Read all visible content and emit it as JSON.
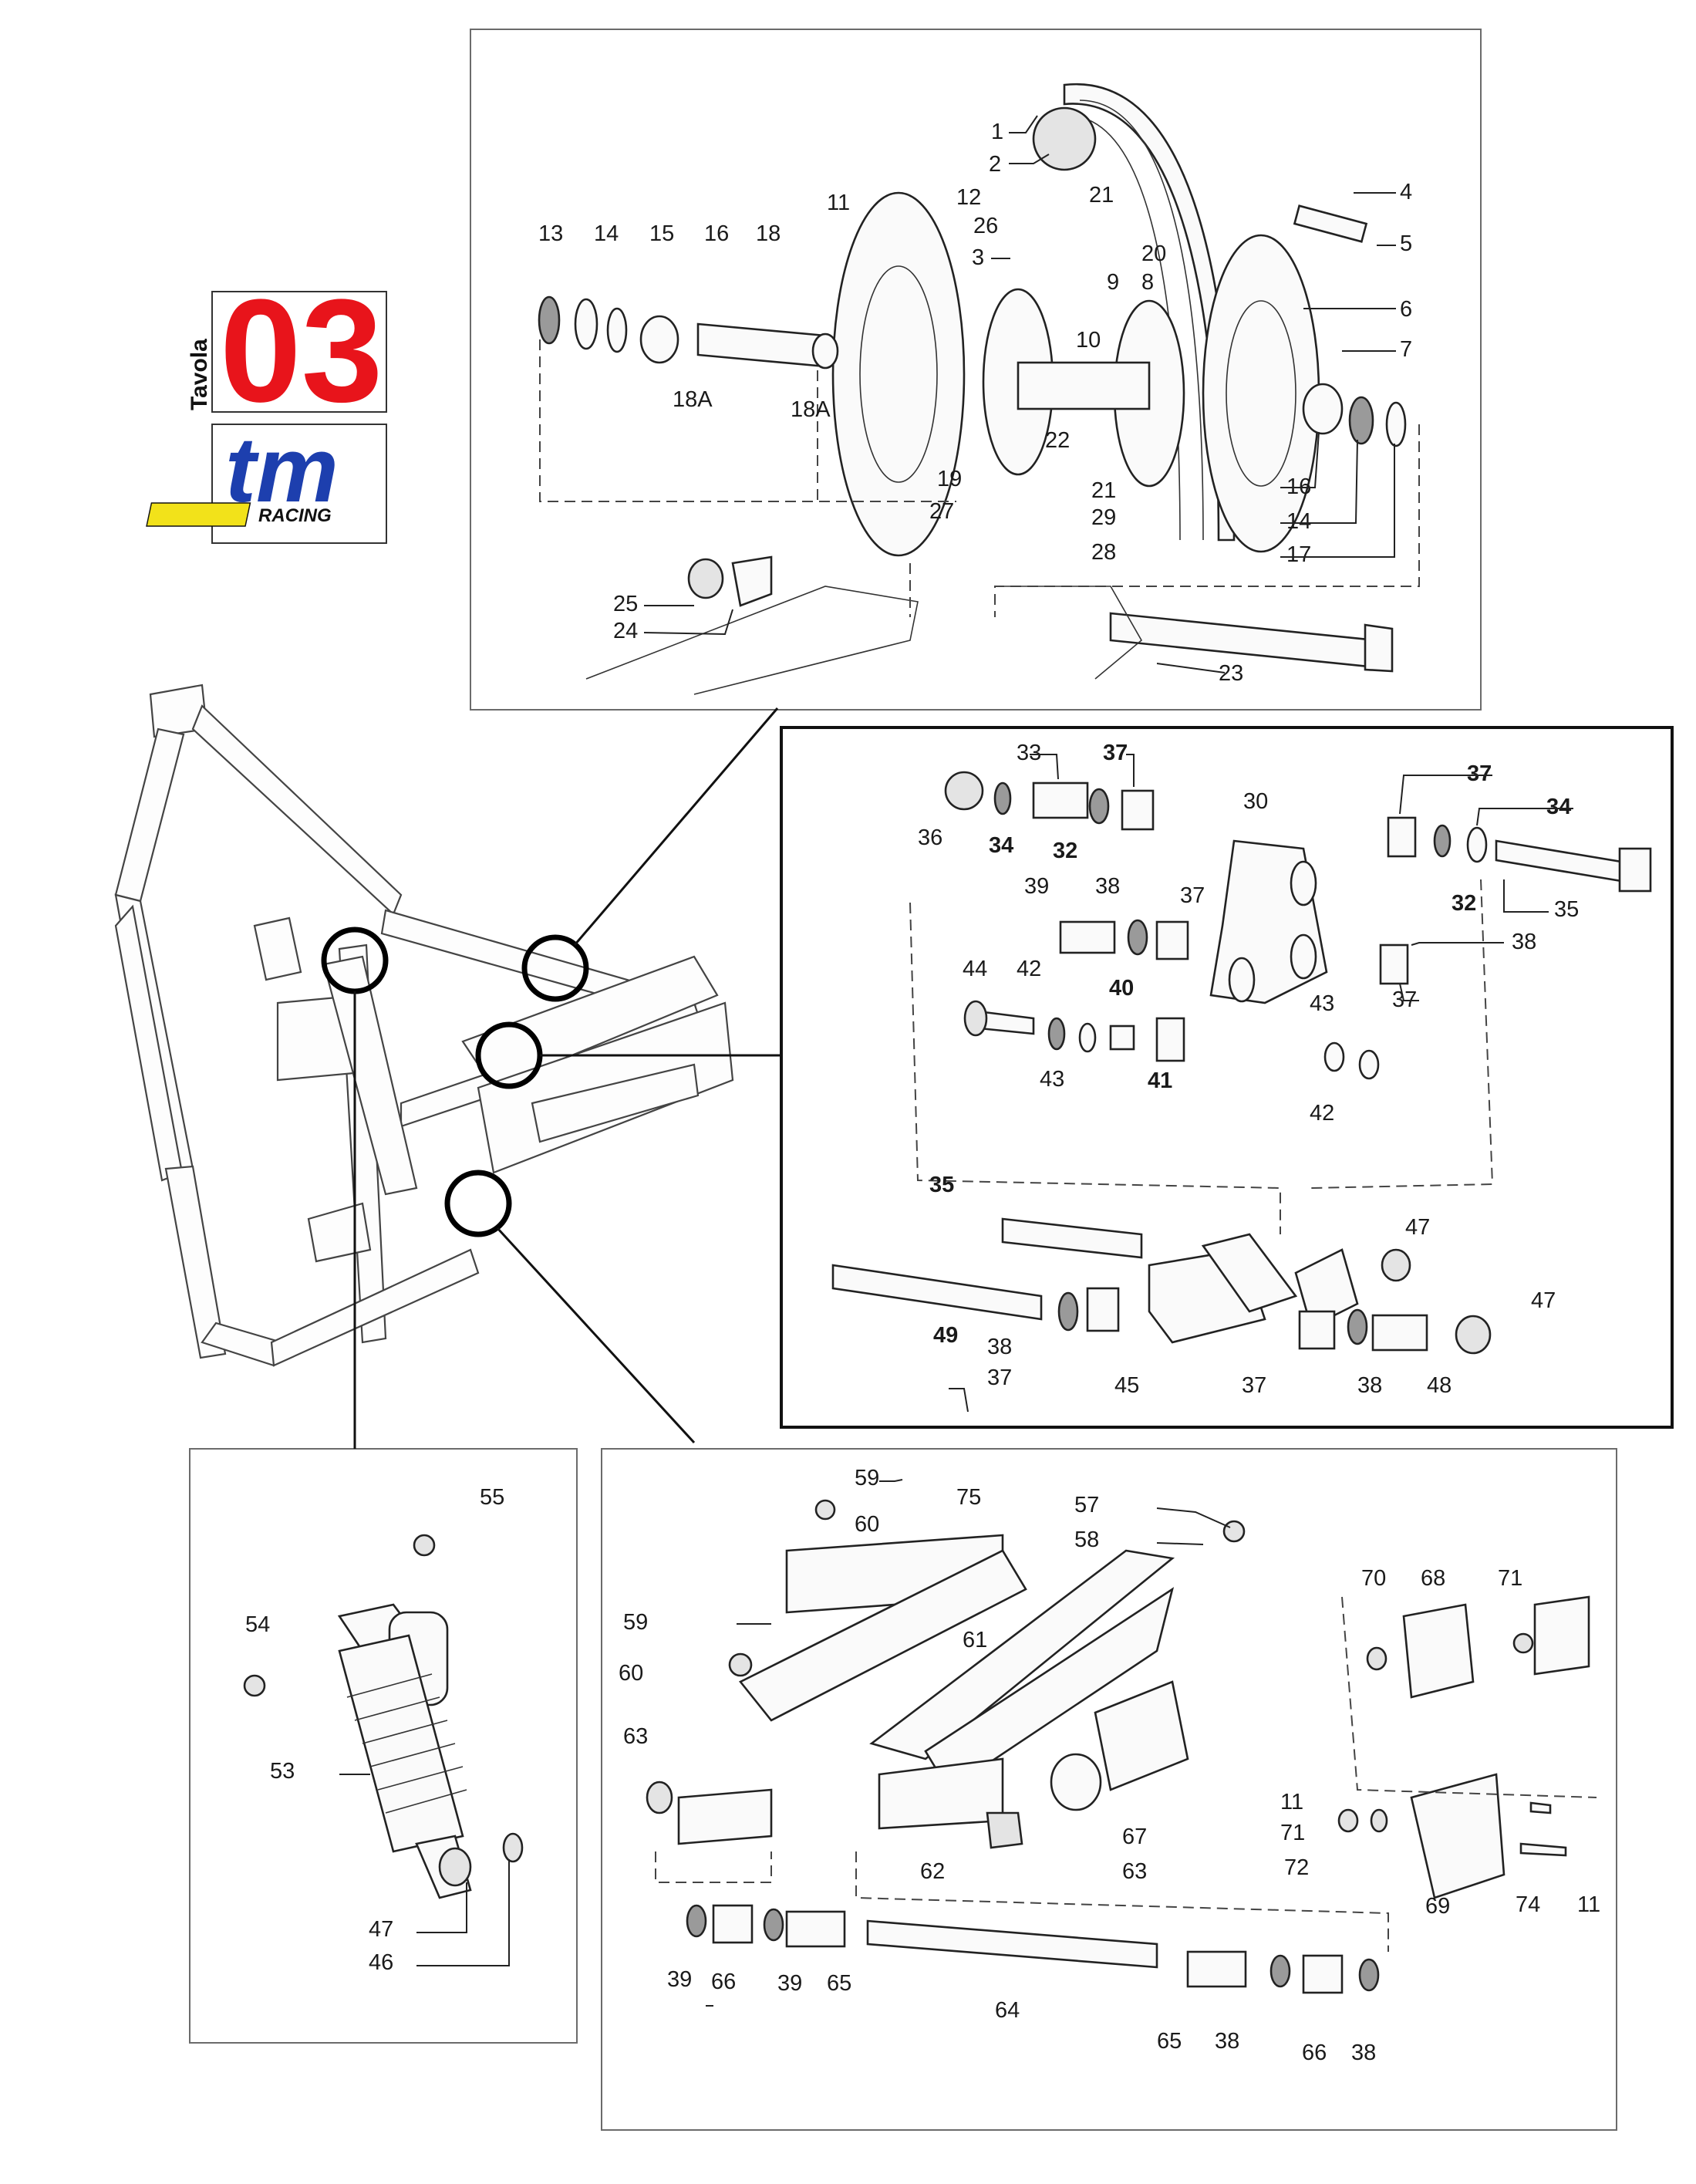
{
  "badge": {
    "label": "Tavola",
    "number": "03"
  },
  "logo": {
    "brand": "tm",
    "sub": "RACING",
    "colors": {
      "brand": "#1d3fae",
      "sub_bg": "#f2e21a"
    }
  },
  "accent_color": "#e8141b",
  "panels": {
    "wheel": {
      "callouts": [
        "1",
        "2",
        "3",
        "4",
        "5",
        "6",
        "7",
        "8",
        "9",
        "10",
        "11",
        "12",
        "13",
        "14",
        "15",
        "16",
        "18",
        "18A",
        "18A",
        "19",
        "20",
        "21",
        "21",
        "22",
        "23",
        "24",
        "25",
        "26",
        "27",
        "28",
        "29",
        "16",
        "14",
        "17"
      ]
    },
    "linkage": {
      "callouts": [
        "33",
        "37",
        "36",
        "34",
        "32",
        "30",
        "37",
        "34",
        "32",
        "35",
        "39",
        "38",
        "37",
        "38",
        "37",
        "44",
        "42",
        "40",
        "41",
        "43",
        "43",
        "42",
        "35",
        "47",
        "49",
        "38",
        "37",
        "45",
        "37",
        "38",
        "48",
        "47"
      ]
    },
    "shock": {
      "callouts": [
        "55",
        "54",
        "53",
        "47",
        "46"
      ]
    },
    "swingarm": {
      "callouts": [
        "59",
        "60",
        "75",
        "57",
        "58",
        "59",
        "60",
        "61",
        "70",
        "68",
        "71",
        "63",
        "11",
        "71",
        "72",
        "69",
        "74",
        "11",
        "67",
        "62",
        "63",
        "39",
        "66",
        "39",
        "65",
        "64",
        "65",
        "38",
        "66",
        "38"
      ]
    }
  }
}
